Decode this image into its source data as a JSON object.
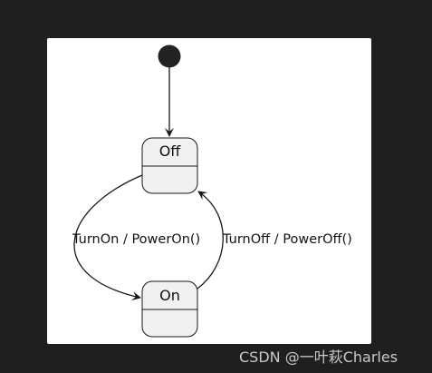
{
  "diagram": {
    "states": {
      "off": {
        "name": "Off"
      },
      "on": {
        "name": "On"
      }
    },
    "transitions": {
      "turn_on": {
        "label": "TurnOn / PowerOn()"
      },
      "turn_off": {
        "label": "TurnOff / PowerOff()"
      }
    }
  },
  "watermark": {
    "text": "CSDN @一叶萩Charles"
  },
  "colors": {
    "page_background": "#1f1f1f",
    "canvas_background": "#ffffff",
    "state_fill": "#f1f1f1",
    "stroke": "#181818",
    "watermark_text": "#c9c9c9"
  }
}
